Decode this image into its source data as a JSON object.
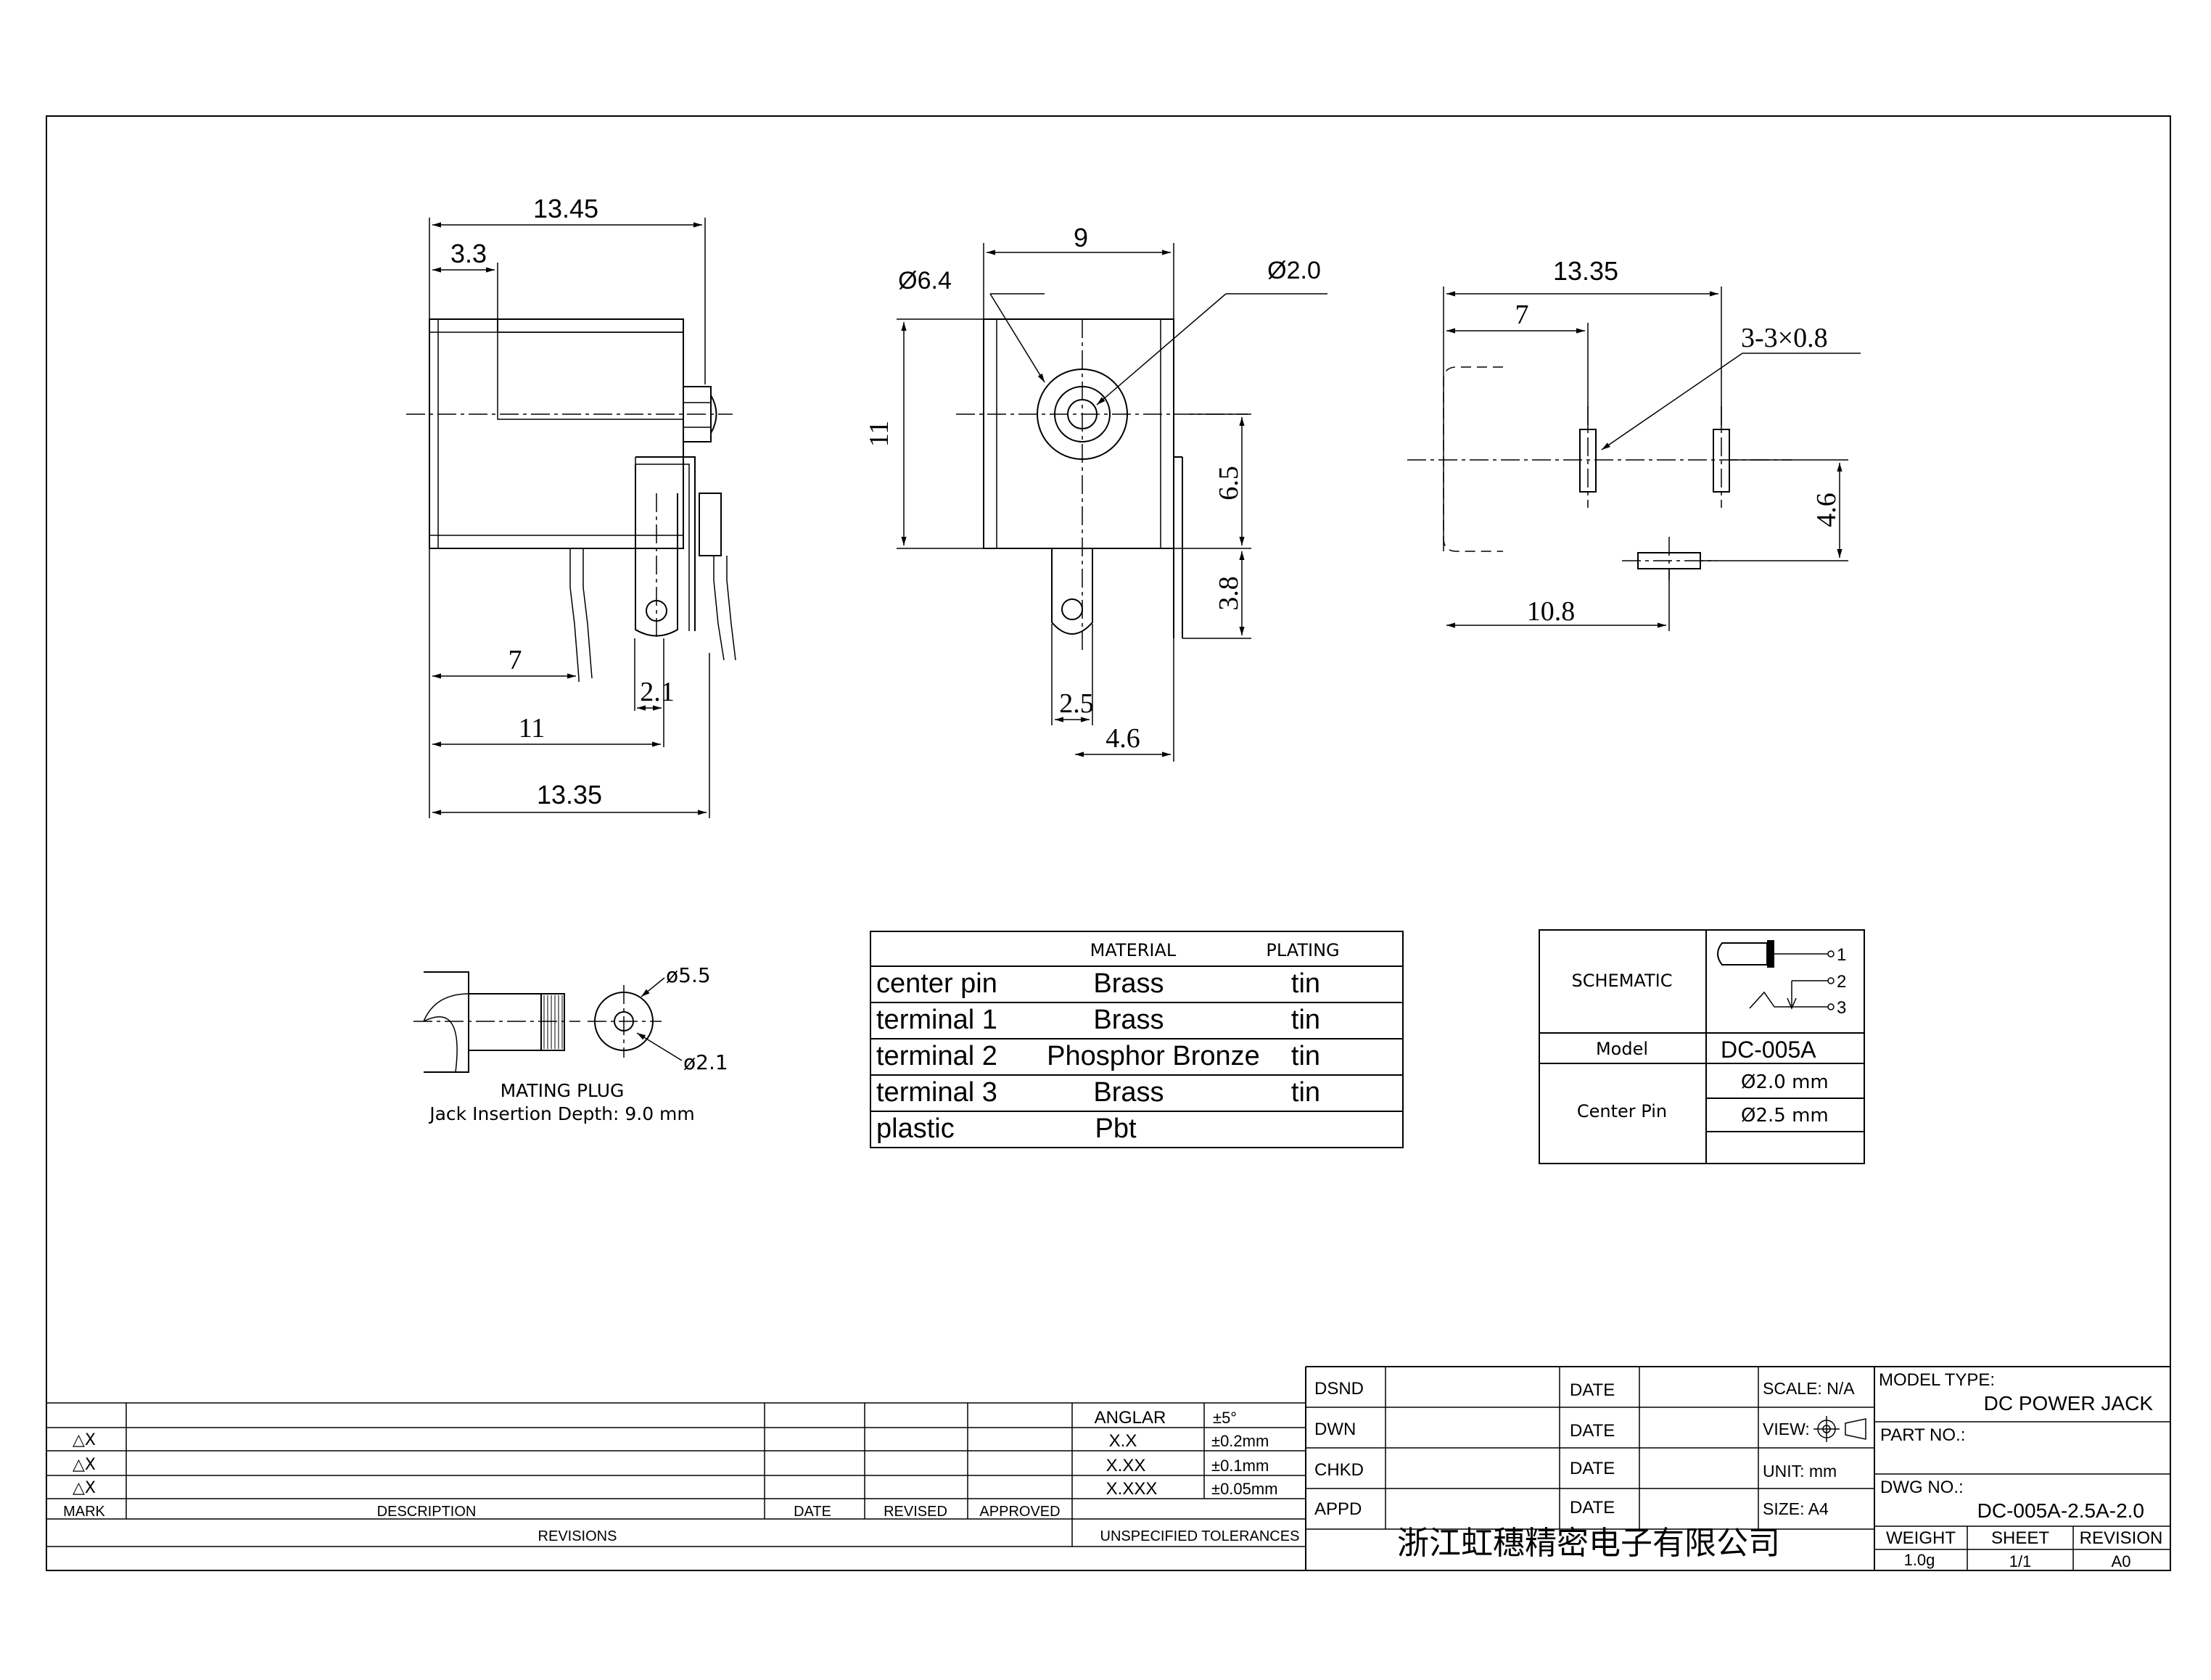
{
  "views": {
    "side": {
      "d_total_top": "13.45",
      "d_flange": "3.3",
      "d_pin1": "7",
      "d_pin2": "2.1",
      "d_pin3": "11",
      "d_total_bottom": "13.35"
    },
    "front": {
      "d_width": "9",
      "d_hole": "Ø6.4",
      "d_pin": "Ø2.0",
      "d_height": "11",
      "d_upper": "6.5",
      "d_lower": "3.8",
      "d_tab": "2.5",
      "d_offset": "4.6"
    },
    "pcb": {
      "d_total": "13.35",
      "d_pin": "7",
      "d_slot": "3-3×0.8",
      "d_vert": "4.6",
      "d_horiz": "10.8"
    }
  },
  "plug": {
    "d_outer": "ø5.5",
    "d_inner": "ø2.1",
    "title": "MATING PLUG",
    "depth": "Jack Insertion Depth: 9.0 mm"
  },
  "materials": {
    "headers": [
      "MATERIAL",
      "PLATING"
    ],
    "rows": [
      [
        "center pin",
        "Brass",
        "tin"
      ],
      [
        "terminal 1",
        "Brass",
        "tin"
      ],
      [
        "terminal 2",
        "Phosphor Bronze",
        "tin"
      ],
      [
        "terminal 3",
        "Brass",
        "tin"
      ],
      [
        "plastic",
        "Pbt",
        ""
      ]
    ]
  },
  "schematic": {
    "label": "SCHEMATIC",
    "pins": [
      "1",
      "2",
      "3"
    ],
    "model_label": "Model",
    "model_value": "DC-005A",
    "center_pin_label": "Center Pin",
    "center_pin_values": [
      "Ø2.0 mm",
      "Ø2.5 mm"
    ]
  },
  "revisions": {
    "marks": [
      "△X",
      "△X",
      "△X"
    ],
    "headers": [
      "MARK",
      "DESCRIPTION",
      "DATE",
      "REVISED",
      "APPROVED"
    ],
    "footer": "REVISIONS"
  },
  "tolerances": {
    "rows": [
      [
        "ANGLAR",
        "±5°"
      ],
      [
        "X.X",
        "±0.2mm"
      ],
      [
        "X.XX",
        "±0.1mm"
      ],
      [
        "X.XXX",
        "±0.05mm"
      ]
    ],
    "footer": "UNSPECIFIED TOLERANCES"
  },
  "titleblock": {
    "roles": [
      "DSND",
      "DWN",
      "CHKD",
      "APPD"
    ],
    "date_label": "DATE",
    "scale": "SCALE: N/A",
    "view": "VIEW:",
    "unit": "UNIT: mm",
    "size": "SIZE: A4",
    "company": "浙江虹穗精密电子有限公司",
    "model_type_label": "MODEL TYPE:",
    "model_type_value": "DC POWER JACK",
    "part_no_label": "PART NO.:",
    "dwg_no_label": "DWG NO.:",
    "dwg_no_value": "DC-005A-2.5A-2.0",
    "weight_label": "WEIGHT",
    "weight_value": "1.0g",
    "sheet_label": "SHEET",
    "sheet_value": "1/1",
    "revision_label": "REVISION",
    "revision_value": "A0"
  }
}
